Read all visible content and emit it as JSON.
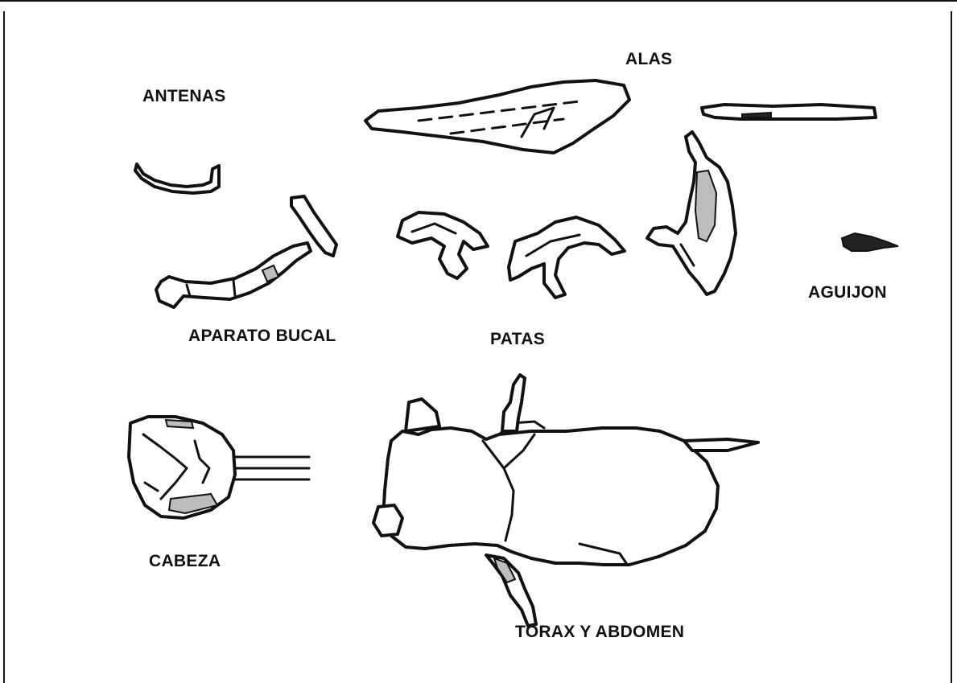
{
  "labels": {
    "antenas": "ANTENAS",
    "alas": "ALAS",
    "aparato_bucal": "APARATO BUCAL",
    "patas": "PATAS",
    "aguijon": "AGUIJON",
    "cabeza": "CABEZA",
    "torax_abdomen": "TORAX Y ABDOMEN"
  }
}
